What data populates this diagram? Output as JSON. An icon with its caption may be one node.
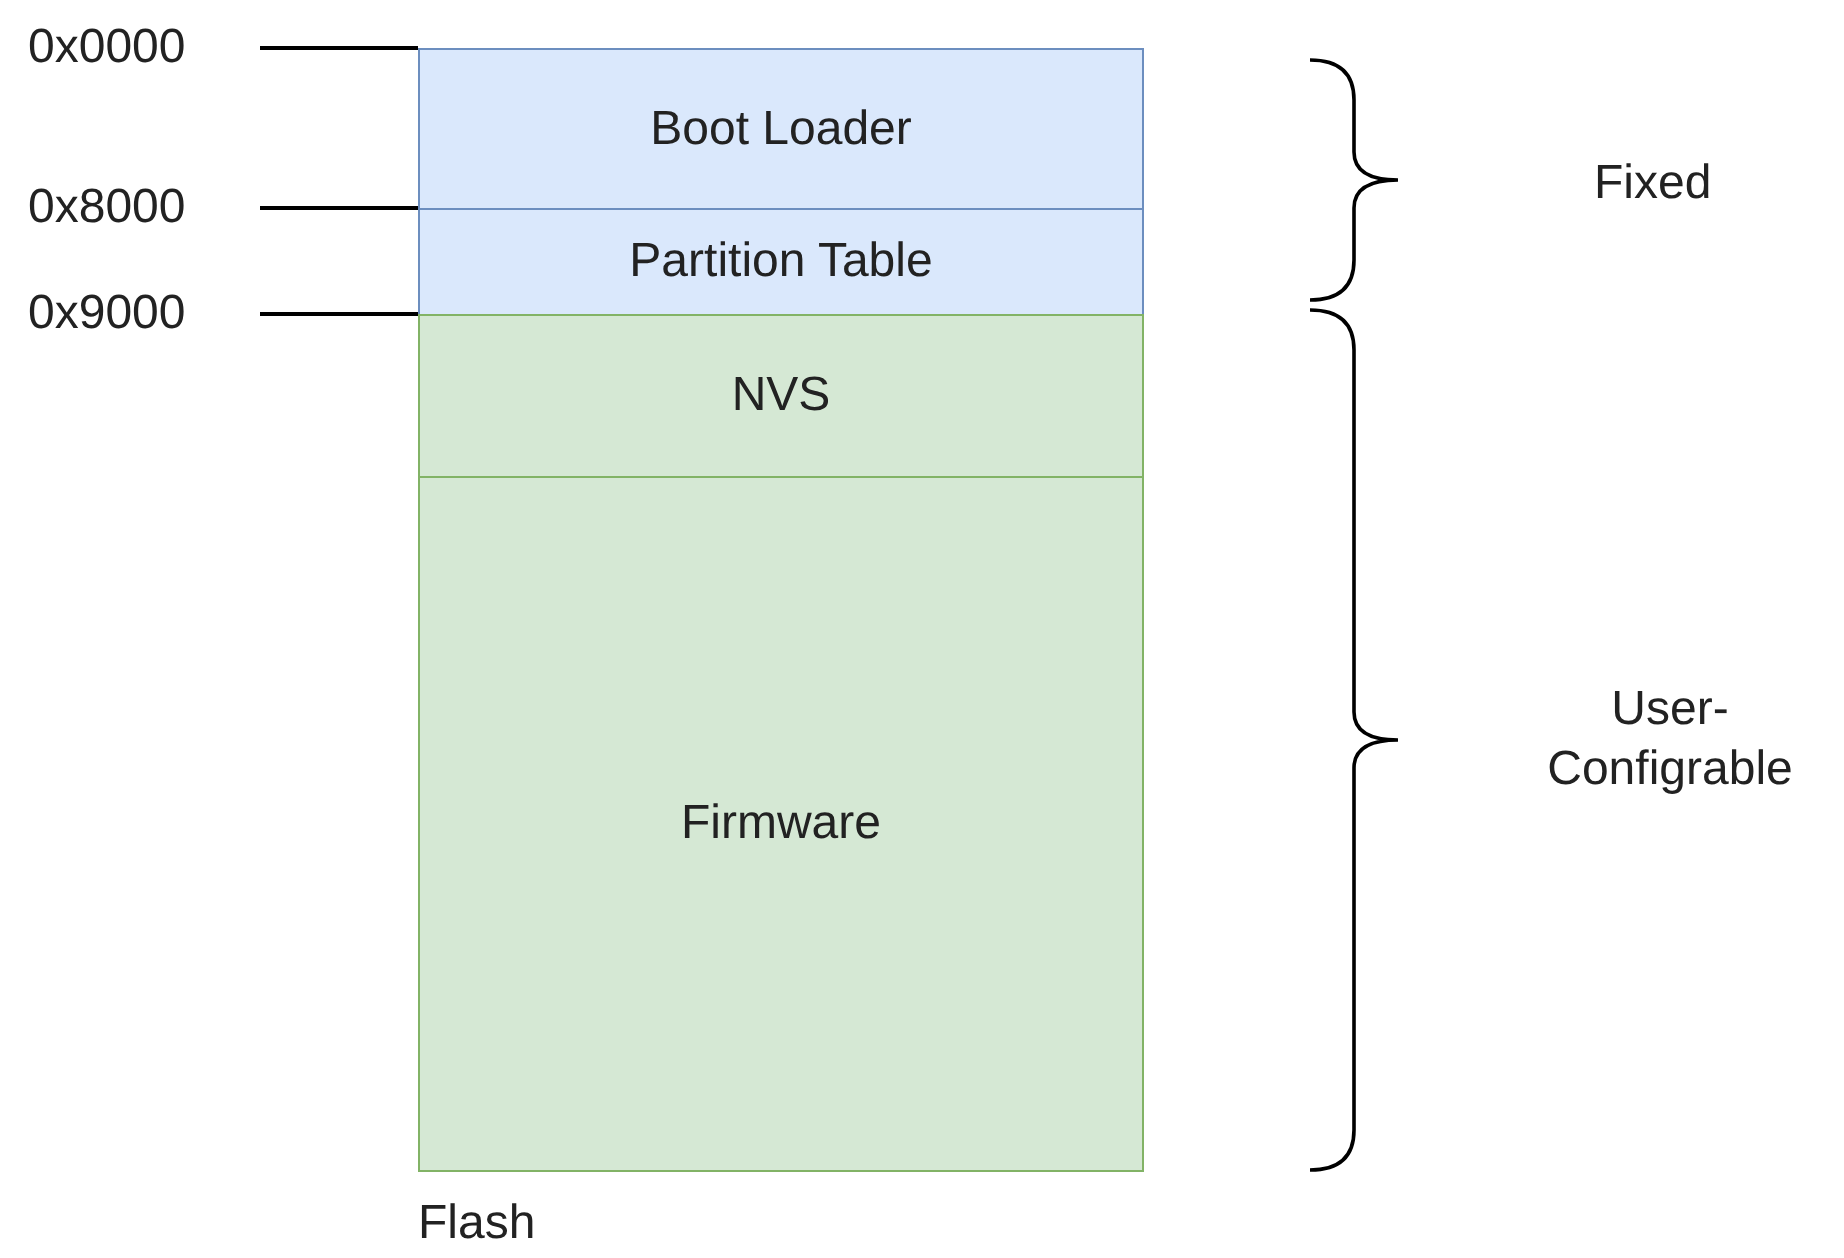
{
  "diagram": {
    "nodes": [
      {
        "text": [
          "Boot Loader"
        ]
      },
      {
        "text": [
          "Partition Table"
        ]
      },
      {
        "text": [
          "NVS"
        ]
      },
      {
        "text": [
          "Firmware"
        ]
      }
    ],
    "labels": [
      "0x0000",
      "0x8000",
      "0x9000",
      "Fixed",
      "User- Configrable",
      "Flash"
    ]
  }
}
